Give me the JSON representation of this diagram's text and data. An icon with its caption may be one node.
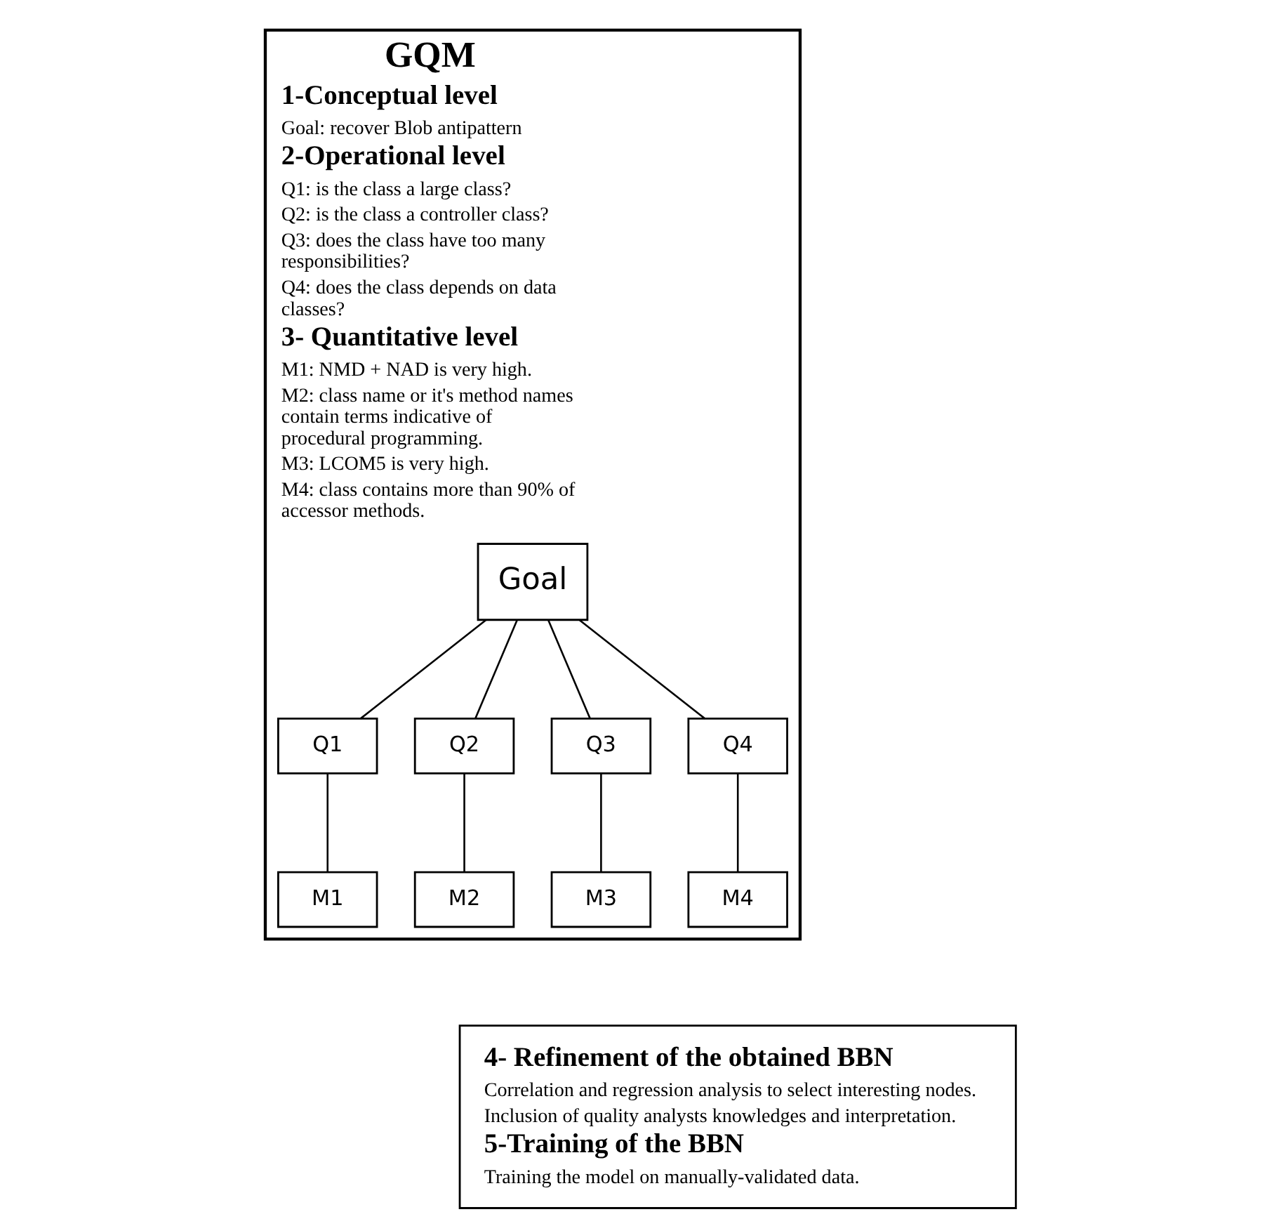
{
  "diagram": {
    "nodes": [
      {
        "text": [
          "GQM",
          "1-Conceptual level",
          "Goal: recover Blob antipattern",
          "2-Operational level",
          "Q1: is the class a large class?",
          "Q2: is the class a controller class?",
          "Q3: does the class have too many responsibilities?",
          "Q4: does the class depends on data classes?",
          "3- Quantitative level",
          "M1: NMD + NAD is very high.",
          "M2: class name or it's method names contain terms indicative of procedural programming.",
          "M3: LCOM5 is very high.",
          "M4: class contains more than 90% of accessor methods."
        ]
      },
      {
        "text": [
          "Goal"
        ],
        "in": 0
      },
      {
        "text": [
          "Q1"
        ],
        "in": 0
      },
      {
        "text": [
          "Q2"
        ],
        "in": 0
      },
      {
        "text": [
          "Q3"
        ],
        "in": 0
      },
      {
        "text": [
          "Q4"
        ],
        "in": 0
      },
      {
        "text": [
          "M1"
        ],
        "in": 0
      },
      {
        "text": [
          "M2"
        ],
        "in": 0
      },
      {
        "text": [
          "M3"
        ],
        "in": 0
      },
      {
        "text": [
          "M4"
        ],
        "in": 0
      },
      {
        "text": [
          "4- Refinement of the obtained BBN",
          "Correlation and regression analysis to select interesting nodes.",
          "Inclusion of quality analysts knowledges and interpretation.",
          "5-Training of the BBN",
          "Training the model on manually-validated data."
        ]
      }
    ],
    "edges": [
      {
        "from": 1,
        "to": 2,
        "arrow": "none"
      },
      {
        "from": 1,
        "to": 3,
        "arrow": "none"
      },
      {
        "from": 1,
        "to": 4,
        "arrow": "none"
      },
      {
        "from": 1,
        "to": 5,
        "arrow": "none"
      },
      {
        "from": 2,
        "to": 6,
        "arrow": "none"
      },
      {
        "from": 3,
        "to": 7,
        "arrow": "none"
      },
      {
        "from": 4,
        "to": 8,
        "arrow": "none"
      },
      {
        "from": 5,
        "to": 9,
        "arrow": "none"
      }
    ]
  }
}
